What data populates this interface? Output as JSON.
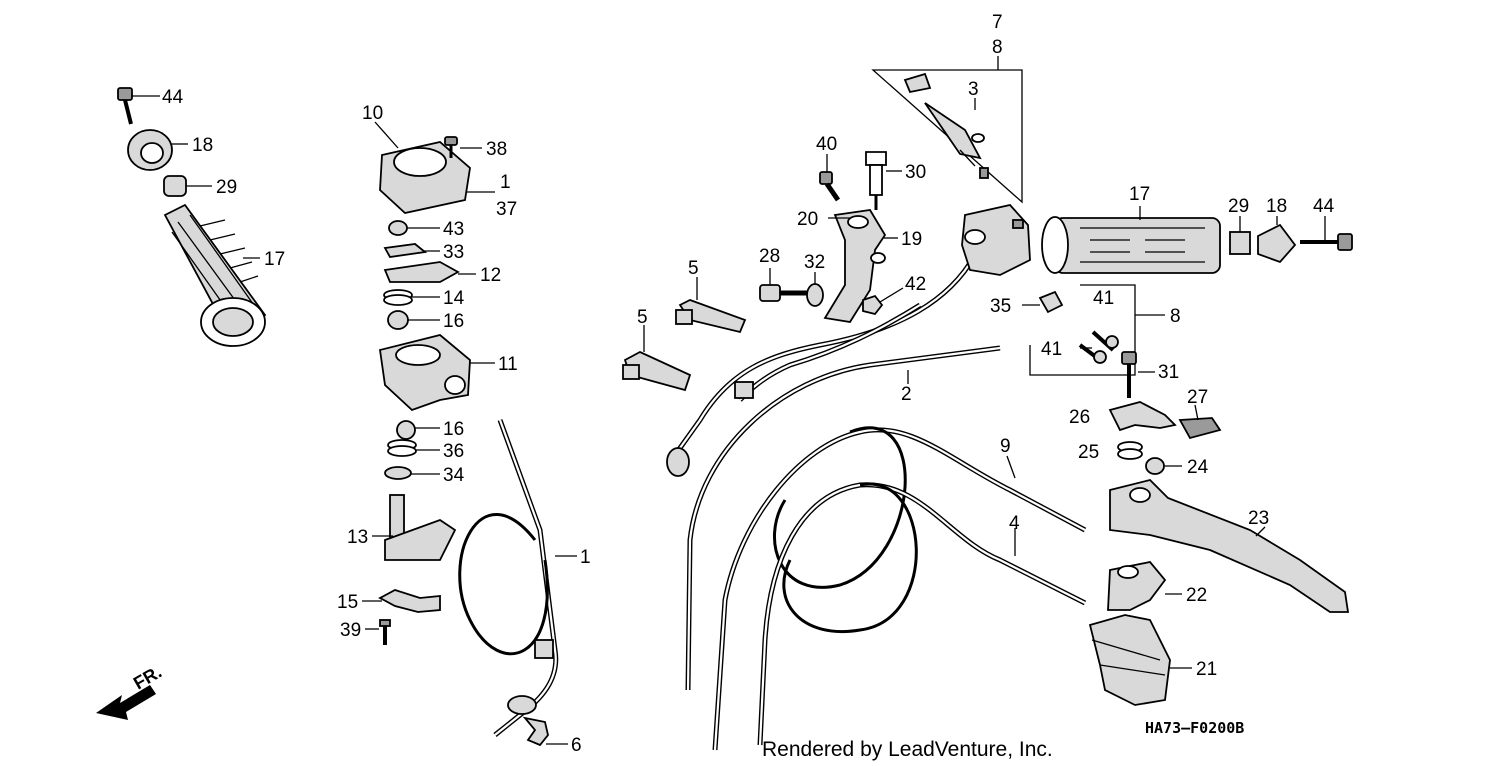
{
  "diagram": {
    "code": "HA73–F0200B",
    "credit": "Rendered by LeadVenture, Inc.",
    "direction": "FR.",
    "callouts": {
      "c44a": "44",
      "c18a": "18",
      "c29a": "29",
      "c17a": "17",
      "c10": "10",
      "c38": "38",
      "c1a": "1",
      "c37": "37",
      "c43": "43",
      "c33": "33",
      "c12": "12",
      "c14": "14",
      "c16a": "16",
      "c11": "11",
      "c16b": "16",
      "c36": "36",
      "c34": "34",
      "c13": "13",
      "c15": "15",
      "c39": "39",
      "c1b": "1",
      "c6": "6",
      "c5a": "5",
      "c5b": "5",
      "c28": "28",
      "c32": "32",
      "c20": "20",
      "c19": "19",
      "c40": "40",
      "c30": "30",
      "c42": "42",
      "c2": "2",
      "c7": "7",
      "c8a": "8",
      "c3": "3",
      "c35": "35",
      "c41a": "41",
      "c41b": "41",
      "c8b": "8",
      "c31": "31",
      "c17b": "17",
      "c29b": "29",
      "c18b": "18",
      "c44b": "44",
      "c27": "27",
      "c26": "26",
      "c25": "25",
      "c24": "24",
      "c9": "9",
      "c4": "4",
      "c23": "23",
      "c22": "22",
      "c21": "21"
    }
  }
}
